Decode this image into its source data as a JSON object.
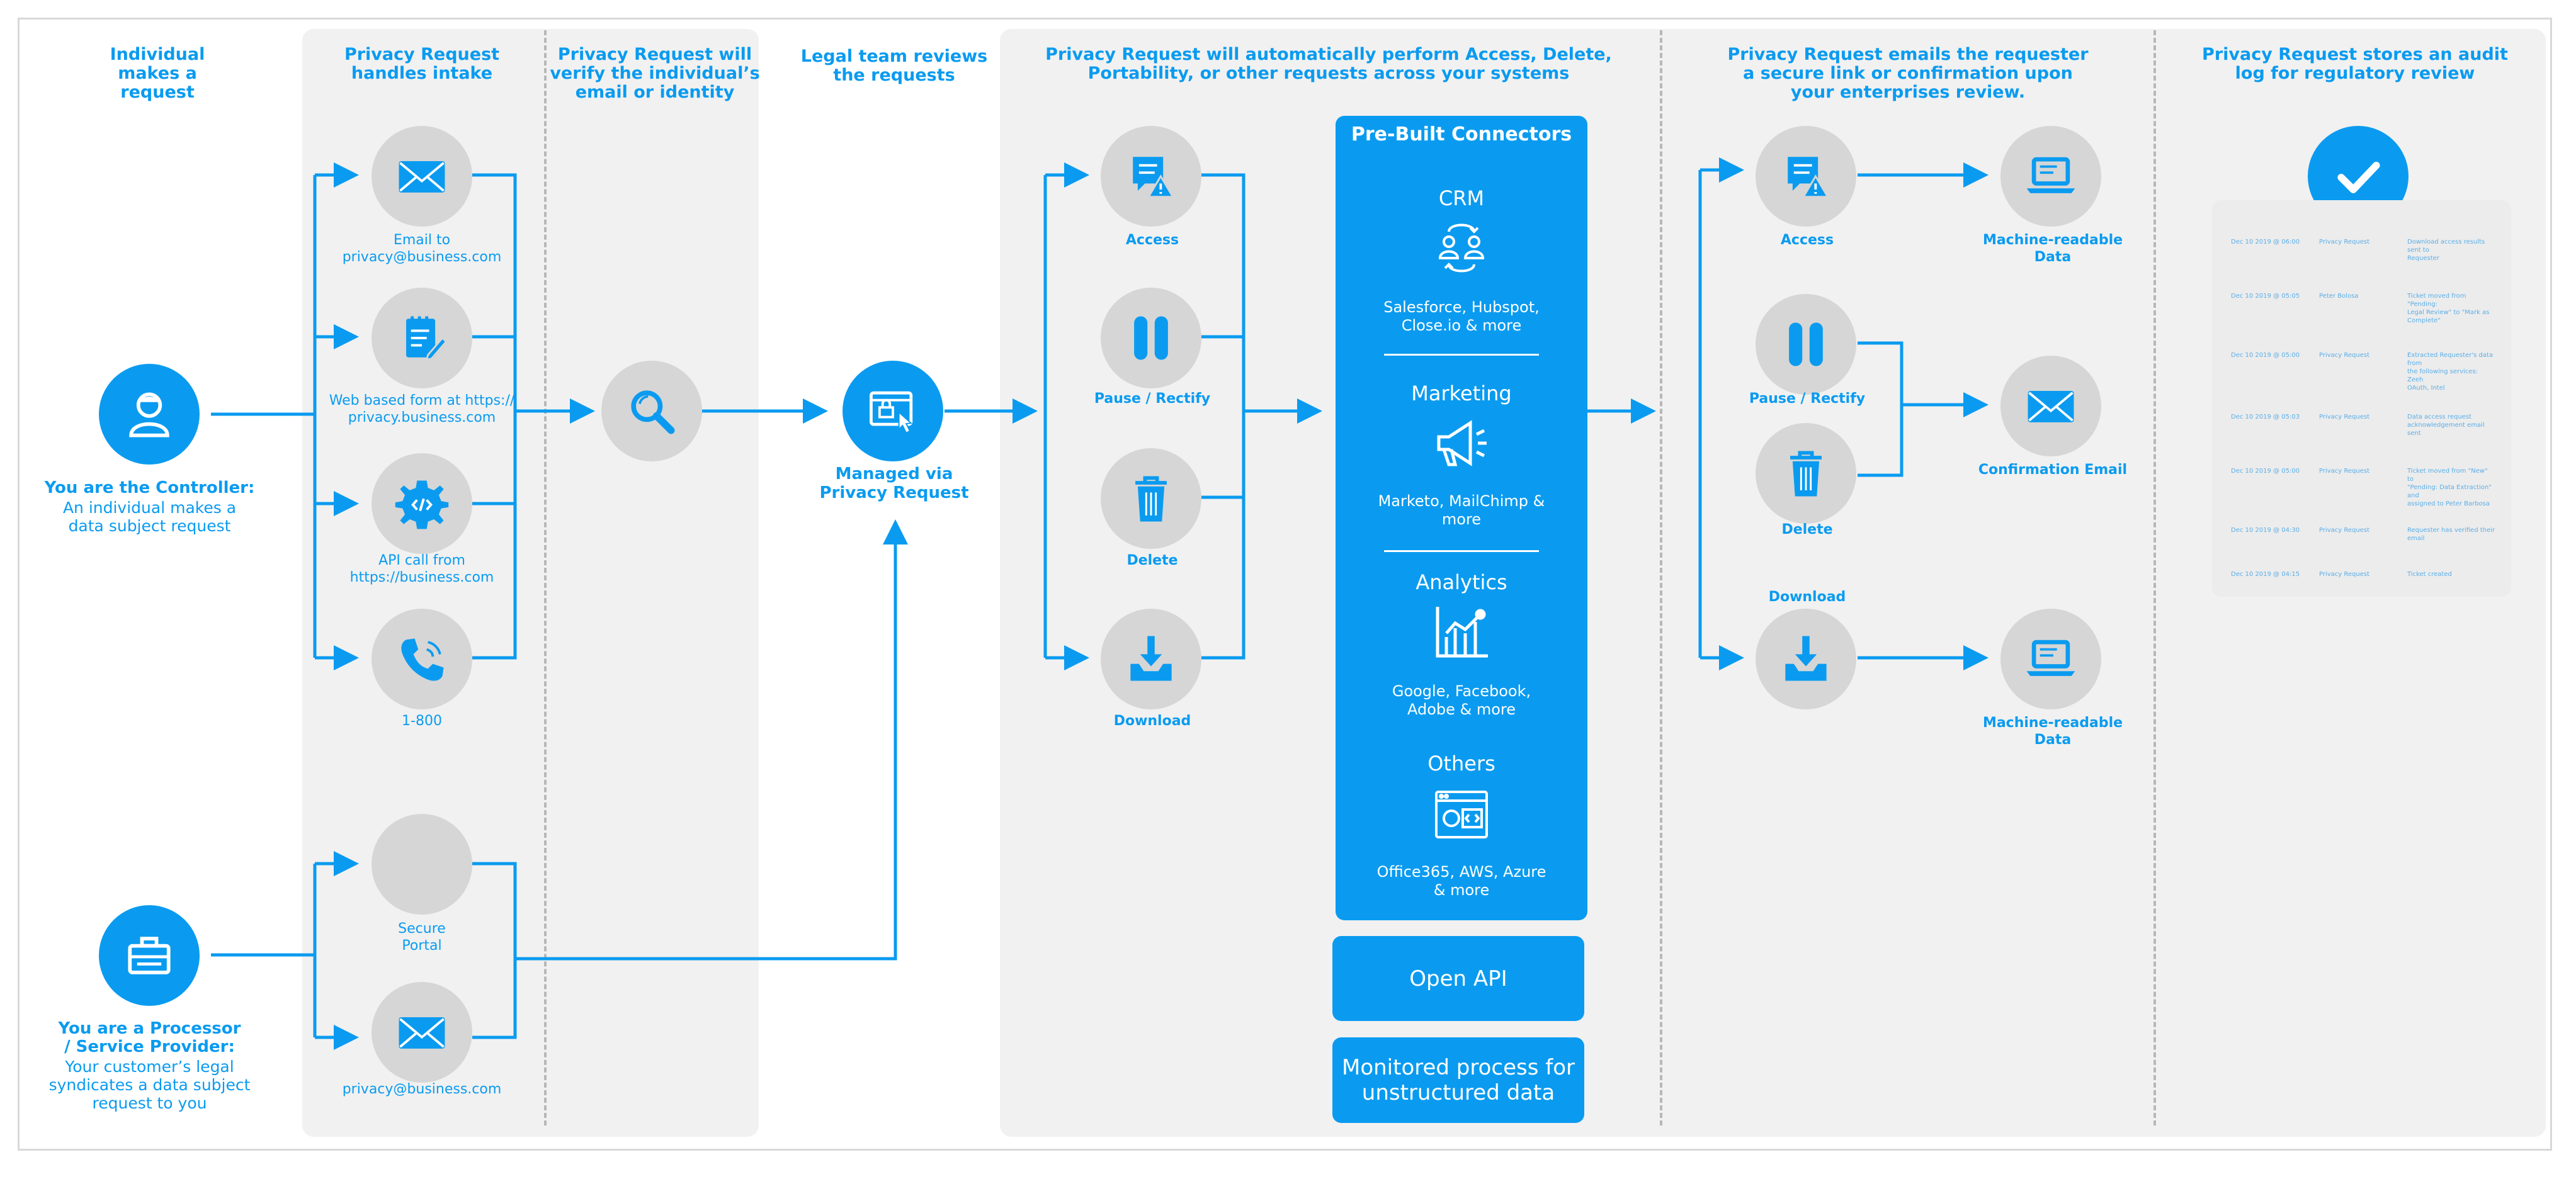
{
  "colors": {
    "accent": "#0a9bf0",
    "panel": "#f1f1f1",
    "circle": "#d6d6d6"
  },
  "headers": {
    "individual": "Individual\nmakes a\nrequest",
    "intake": "Privacy Request\nhandles intake",
    "verify": "Privacy Request will\nverify the individual’s\nemail or identity",
    "legal": "Legal team reviews\nthe requests",
    "perform": "Privacy Request will automatically perform Access, Delete,\nPortability, or other requests across your systems",
    "email": "Privacy Request emails the requester\na secure link or confirmation upon\nyour enterprises review.",
    "audit": "Privacy Request stores an audit\nlog for regulatory review"
  },
  "controller": {
    "title": "You are the Controller:",
    "text": "An individual makes a\ndata subject request",
    "icon": "user-icon"
  },
  "processor": {
    "title": "You are a Processor\n/ Service Provider:",
    "text": "Your customer’s legal\nsyndicates a data subject\nrequest to you",
    "icon": "briefcase-icon"
  },
  "intake_items": [
    {
      "label": "Email to\nprivacy@business.com",
      "icon": "envelope-icon"
    },
    {
      "label": "Web based form at https://\nprivacy.business.com",
      "icon": "form-icon"
    },
    {
      "label": "API call from\nhttps://business.com",
      "icon": "gear-code-icon"
    },
    {
      "label": "1-800",
      "icon": "phone-icon"
    },
    {
      "label": "Secure\nPortal",
      "icon": "portal-icon"
    },
    {
      "label": "privacy@business.com",
      "icon": "envelope-icon"
    }
  ],
  "verify_icon": "magnifier-icon",
  "managed": {
    "label": "Managed via\nPrivacy Request",
    "icon": "browser-cursor-icon"
  },
  "actions": [
    {
      "label": "Access",
      "icon": "document-warning-icon"
    },
    {
      "label": "Pause / Rectify",
      "icon": "pause-icon"
    },
    {
      "label": "Delete",
      "icon": "trash-icon"
    },
    {
      "label": "Download",
      "icon": "download-icon"
    }
  ],
  "connectors": {
    "title": "Pre-Built Connectors",
    "sections": [
      {
        "name": "CRM",
        "text": "Salesforce, Hubspot,\nClose.io & more",
        "icon": "people-exchange-icon"
      },
      {
        "name": "Marketing",
        "text": "Marketo, MailChimp &\nmore",
        "icon": "megaphone-icon"
      },
      {
        "name": "Analytics",
        "text": "Google, Facebook,\nAdobe & more",
        "icon": "analytics-icon"
      },
      {
        "name": "Others",
        "text": "Office365, AWS, Azure\n& more",
        "icon": "code-window-icon"
      }
    ]
  },
  "open_api": "Open API",
  "monitored": "Monitored process for\nunstructured data",
  "results": {
    "access": "Access",
    "pause": "Pause / Rectify",
    "delete": "Delete",
    "download": "Download",
    "mrd1": "Machine-readable\nData",
    "confirm": "Confirmation Email",
    "mrd2": "Machine-readable\nData"
  },
  "audit_icon": "checkmark-icon",
  "audit_log": [
    {
      "date": "Dec 10 2019 @ 06:00",
      "actor": "Privacy Request",
      "msg": "Download access results sent to\nRequester"
    },
    {
      "date": "Dec 10 2019 @ 05:05",
      "actor": "Peter Bolosa",
      "msg": "Ticket moved from \"Pending:\nLegal Review\" to \"Mark as\nComplete\""
    },
    {
      "date": "Dec 10 2019 @ 05:00",
      "actor": "Privacy Request",
      "msg": "Extracted Requester's data from\nthe following services: Zeeh\nOAuth, Intel"
    },
    {
      "date": "Dec 10 2019 @ 05:03",
      "actor": "Privacy Request",
      "msg": "Data access request\nacknowledgement email sent"
    },
    {
      "date": "Dec 10 2019 @ 05:00",
      "actor": "Privacy Request",
      "msg": "Ticket moved from \"New\" to\n\"Pending: Data Extraction\" and\nassigned to Peter Barbosa"
    },
    {
      "date": "Dec 10 2019 @ 04:30",
      "actor": "Privacy Request",
      "msg": "Requester has verified their email"
    },
    {
      "date": "Dec 10 2019 @ 04:15",
      "actor": "Privacy Request",
      "msg": "Ticket created"
    }
  ]
}
